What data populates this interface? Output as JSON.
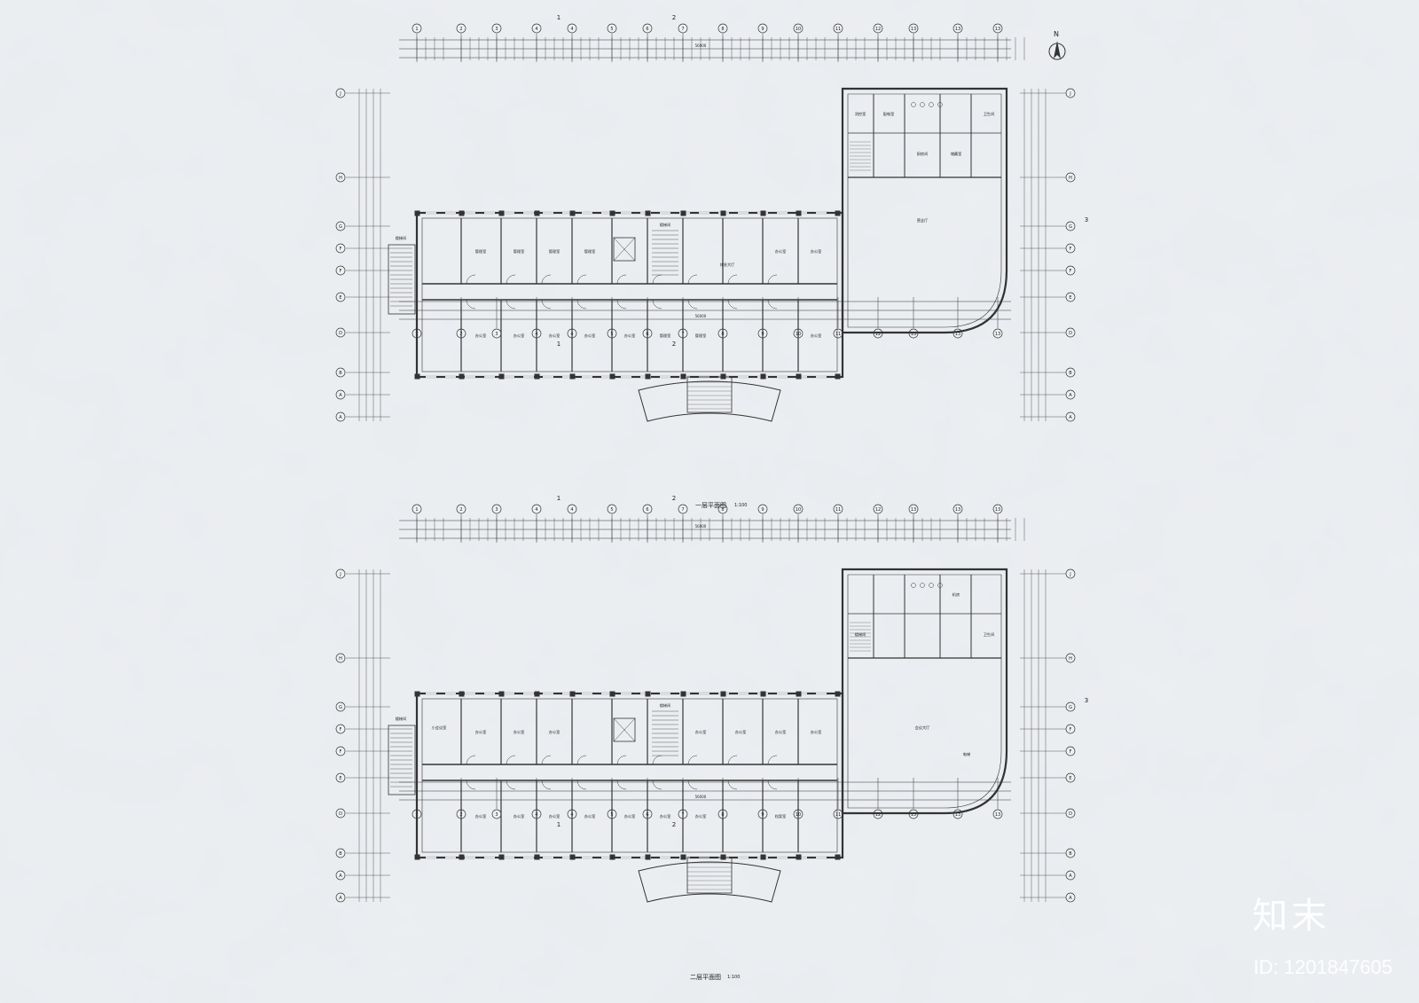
{
  "plans": [
    {
      "id": "ground",
      "title": "一层平面图",
      "scale": "1:100",
      "overall_dim": "56000",
      "rooms": [
        {
          "label": "管理室"
        },
        {
          "label": "管理室"
        },
        {
          "label": "管理室"
        },
        {
          "label": "管理室"
        },
        {
          "label": "办公室"
        },
        {
          "label": "办公室"
        },
        {
          "label": "办公室"
        },
        {
          "label": "办公室"
        },
        {
          "label": "办公室"
        },
        {
          "label": "管理室"
        },
        {
          "label": "管理室"
        },
        {
          "label": "休息大厅"
        },
        {
          "label": "楼梯间"
        },
        {
          "label": "楼梯间"
        },
        {
          "label": "办公室"
        },
        {
          "label": "办公室"
        },
        {
          "label": "办公室"
        },
        {
          "label": "营业厅"
        },
        {
          "label": "消控室"
        },
        {
          "label": "配电室"
        },
        {
          "label": "厨房间"
        },
        {
          "label": "储藏室"
        },
        {
          "label": "卫生间"
        }
      ]
    },
    {
      "id": "second",
      "title": "二层平面图",
      "scale": "1:100",
      "overall_dim": "56000",
      "rooms": [
        {
          "label": "小会议室"
        },
        {
          "label": "办公室"
        },
        {
          "label": "办公室"
        },
        {
          "label": "办公室"
        },
        {
          "label": "办公室"
        },
        {
          "label": "办公室"
        },
        {
          "label": "办公室"
        },
        {
          "label": "办公室"
        },
        {
          "label": "办公室"
        },
        {
          "label": "办公室"
        },
        {
          "label": "办公室"
        },
        {
          "label": "办公室"
        },
        {
          "label": "办公室"
        },
        {
          "label": "办公室"
        },
        {
          "label": "办公室"
        },
        {
          "label": "档案室"
        },
        {
          "label": "楼梯间"
        },
        {
          "label": "楼梯间"
        },
        {
          "label": "楼梯间"
        },
        {
          "label": "会议大厅"
        },
        {
          "label": "机房"
        },
        {
          "label": "电梯"
        },
        {
          "label": "卫生间"
        }
      ]
    }
  ],
  "grid_numbers": [
    "1",
    "2",
    "3",
    "4",
    "5",
    "6",
    "7",
    "8",
    "9",
    "10",
    "11",
    "12",
    "13"
  ],
  "grid_letters": [
    "J",
    "H",
    "G",
    "F",
    "E",
    "D",
    "C",
    "B",
    "A"
  ],
  "section_marks": [
    "1",
    "2",
    "3"
  ],
  "north": "N",
  "watermark": {
    "logo": "知末",
    "id": "ID: 1201847605"
  }
}
